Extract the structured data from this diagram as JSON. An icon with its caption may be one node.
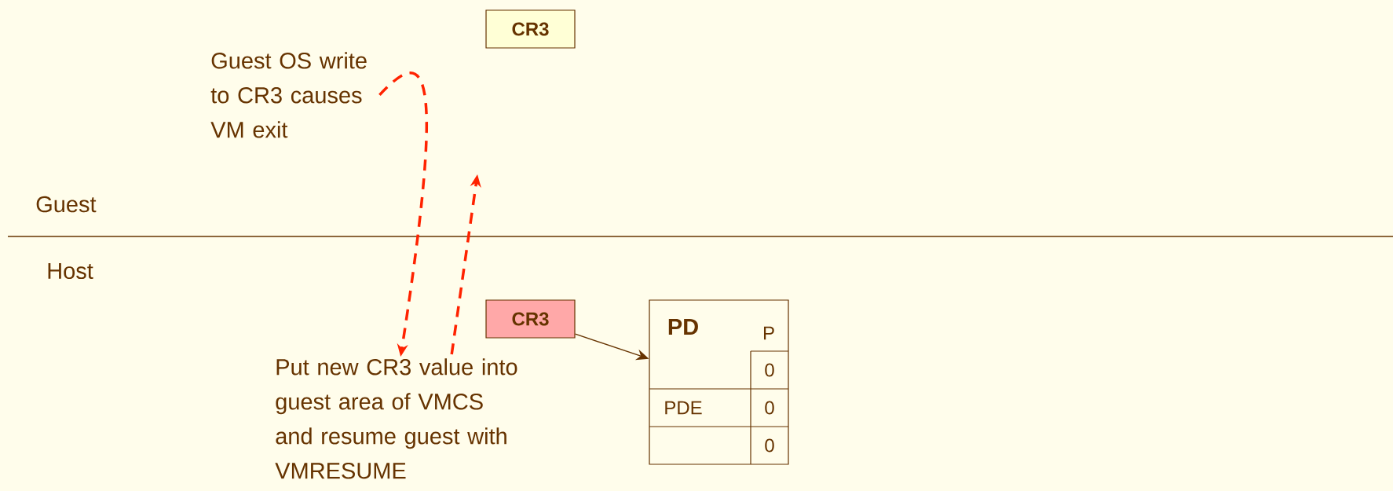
{
  "diagram": {
    "nodes": [
      {
        "text": [
          "CR3"
        ]
      },
      {
        "text": [
          "Guest OS write to CR3 causes VM exit"
        ]
      },
      {
        "text": [
          "CR3"
        ]
      },
      {
        "text": [
          "PD",
          "P",
          "0",
          "PDE",
          "0",
          "0"
        ]
      },
      {
        "text": [
          "Put new CR3 value into guest area of VMCS and resume guest with VMRESUME"
        ]
      }
    ],
    "edges": [
      {
        "from": 1,
        "to": 4,
        "arrow": "to",
        "style": "dashed",
        "color": "#ff2200"
      },
      {
        "from": 4,
        "to": null,
        "arrow": "to",
        "style": "dashed",
        "color": "#ff2200"
      },
      {
        "from": 2,
        "to": 3,
        "arrow": "to",
        "color": "#663300"
      }
    ],
    "labels": [
      "Guest",
      "Host"
    ]
  }
}
